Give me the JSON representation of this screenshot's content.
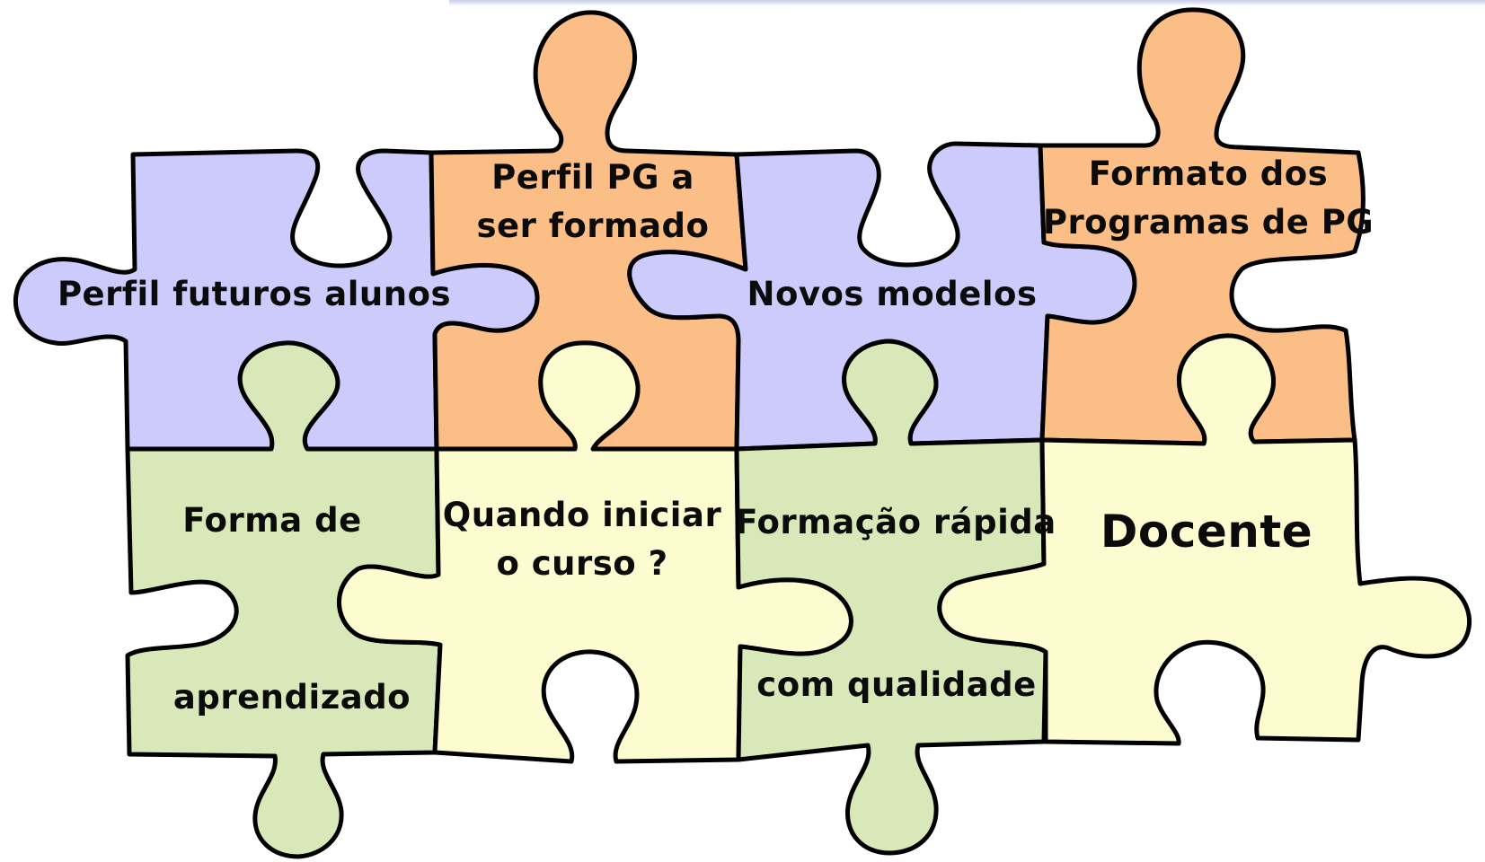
{
  "colors": {
    "lavender": "#cccbfb",
    "orange": "#fbbe86",
    "green": "#d9e8b8",
    "cream": "#fdfcd0",
    "outline": "#000000"
  },
  "pieces": [
    {
      "id": "perfil-futuros-alunos",
      "color": "lavender",
      "lines": [
        "Perfil futuros alunos"
      ]
    },
    {
      "id": "perfil-pg",
      "color": "orange",
      "lines": [
        "Perfil PG a",
        "ser formado"
      ]
    },
    {
      "id": "novos-modelos",
      "color": "lavender",
      "lines": [
        "Novos modelos"
      ]
    },
    {
      "id": "formato-programas",
      "color": "orange",
      "lines": [
        "Formato dos",
        "Programas de PG"
      ]
    },
    {
      "id": "forma-aprendizado",
      "color": "green",
      "lines": [
        "Forma de",
        "aprendizado"
      ]
    },
    {
      "id": "quando-iniciar",
      "color": "cream",
      "lines": [
        "Quando iniciar",
        "o curso ?"
      ]
    },
    {
      "id": "formacao-rapida",
      "color": "green",
      "lines": [
        "Formação rápida",
        "com qualidade"
      ]
    },
    {
      "id": "docente",
      "color": "cream",
      "lines": [
        "Docente"
      ]
    }
  ]
}
